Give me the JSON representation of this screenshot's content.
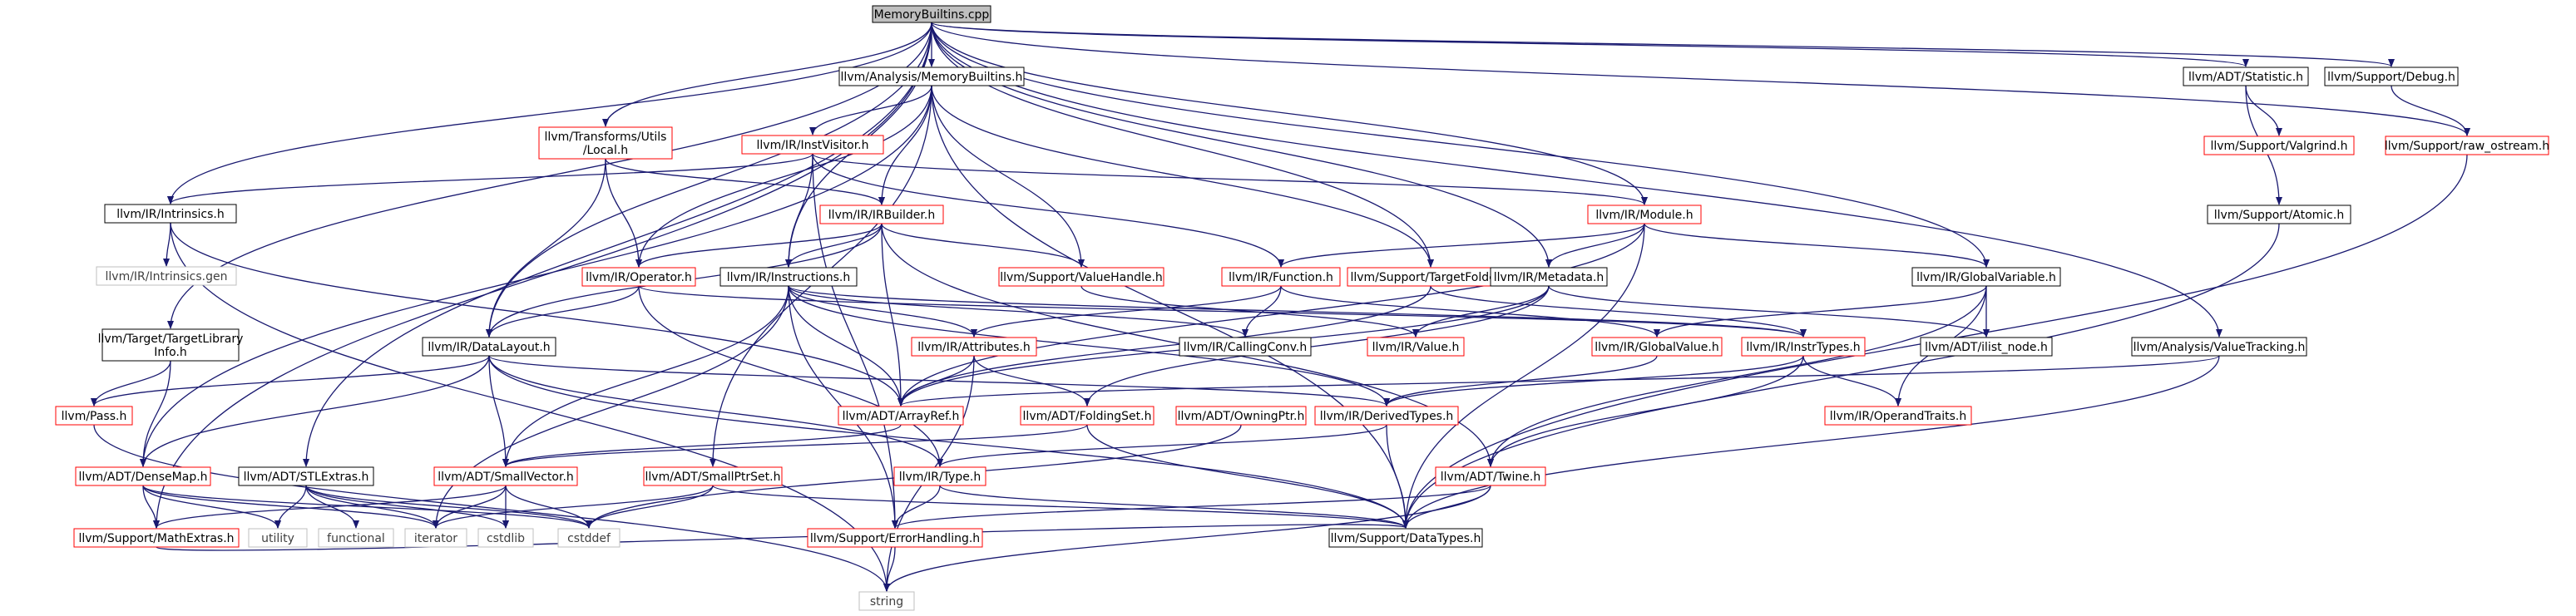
{
  "graph": {
    "colors": {
      "root_fill": "#bfbfbf",
      "doc_border": "#000000",
      "incomplete_border": "#ff0000",
      "external_border": "#bfbfbf",
      "external_text": "#404040",
      "edge": "#191970"
    },
    "nodes": [
      {
        "id": "root",
        "label": "MemoryBuiltins.cpp",
        "kind": "root"
      },
      {
        "id": "analysis_mb",
        "label": "llvm/Analysis/MemoryBuiltins.h",
        "kind": "doc"
      },
      {
        "id": "adt_statistic",
        "label": "llvm/ADT/Statistic.h",
        "kind": "doc"
      },
      {
        "id": "support_debug",
        "label": "llvm/Support/Debug.h",
        "kind": "doc"
      },
      {
        "id": "transforms_local",
        "label": "llvm/Transforms/Utils\n/Local.h",
        "kind": "incomplete"
      },
      {
        "id": "instvisitor",
        "label": "llvm/IR/InstVisitor.h",
        "kind": "incomplete"
      },
      {
        "id": "support_valgrind",
        "label": "llvm/Support/Valgrind.h",
        "kind": "incomplete"
      },
      {
        "id": "raw_ostream",
        "label": "llvm/Support/raw_ostream.h",
        "kind": "incomplete"
      },
      {
        "id": "ir_intrinsics",
        "label": "llvm/IR/Intrinsics.h",
        "kind": "doc"
      },
      {
        "id": "ir_irbuilder",
        "label": "llvm/IR/IRBuilder.h",
        "kind": "incomplete"
      },
      {
        "id": "ir_module",
        "label": "llvm/IR/Module.h",
        "kind": "incomplete"
      },
      {
        "id": "support_atomic",
        "label": "llvm/Support/Atomic.h",
        "kind": "doc"
      },
      {
        "id": "intrinsics_gen",
        "label": "llvm/IR/Intrinsics.gen",
        "kind": "external"
      },
      {
        "id": "ir_operator",
        "label": "llvm/IR/Operator.h",
        "kind": "incomplete"
      },
      {
        "id": "ir_instructions",
        "label": "llvm/IR/Instructions.h",
        "kind": "doc"
      },
      {
        "id": "support_valuehandle",
        "label": "llvm/Support/ValueHandle.h",
        "kind": "incomplete"
      },
      {
        "id": "ir_function",
        "label": "llvm/IR/Function.h",
        "kind": "incomplete"
      },
      {
        "id": "support_targetfolder",
        "label": "llvm/Support/TargetFolder.h",
        "kind": "incomplete"
      },
      {
        "id": "ir_metadata",
        "label": "llvm/IR/Metadata.h",
        "kind": "doc"
      },
      {
        "id": "ir_globalvariable",
        "label": "llvm/IR/GlobalVariable.h",
        "kind": "doc"
      },
      {
        "id": "target_tli",
        "label": "llvm/Target/TargetLibrary\nInfo.h",
        "kind": "doc"
      },
      {
        "id": "ir_datalayout",
        "label": "llvm/IR/DataLayout.h",
        "kind": "doc"
      },
      {
        "id": "ir_attributes",
        "label": "llvm/IR/Attributes.h",
        "kind": "incomplete"
      },
      {
        "id": "ir_callingconv",
        "label": "llvm/IR/CallingConv.h",
        "kind": "doc"
      },
      {
        "id": "ir_value",
        "label": "llvm/IR/Value.h",
        "kind": "incomplete"
      },
      {
        "id": "ir_globalvalue",
        "label": "llvm/IR/GlobalValue.h",
        "kind": "incomplete"
      },
      {
        "id": "ir_instrtypes",
        "label": "llvm/IR/InstrTypes.h",
        "kind": "incomplete"
      },
      {
        "id": "adt_ilist_node",
        "label": "llvm/ADT/ilist_node.h",
        "kind": "doc"
      },
      {
        "id": "analysis_valuetracking",
        "label": "llvm/Analysis/ValueTracking.h",
        "kind": "doc"
      },
      {
        "id": "pass",
        "label": "llvm/Pass.h",
        "kind": "incomplete"
      },
      {
        "id": "adt_arrayref",
        "label": "llvm/ADT/ArrayRef.h",
        "kind": "incomplete"
      },
      {
        "id": "adt_foldingset",
        "label": "llvm/ADT/FoldingSet.h",
        "kind": "incomplete"
      },
      {
        "id": "adt_owningptr",
        "label": "llvm/ADT/OwningPtr.h",
        "kind": "incomplete"
      },
      {
        "id": "ir_derivedtypes",
        "label": "llvm/IR/DerivedTypes.h",
        "kind": "incomplete"
      },
      {
        "id": "ir_operandtraits",
        "label": "llvm/IR/OperandTraits.h",
        "kind": "incomplete"
      },
      {
        "id": "adt_densemap",
        "label": "llvm/ADT/DenseMap.h",
        "kind": "incomplete"
      },
      {
        "id": "adt_stlextras",
        "label": "llvm/ADT/STLExtras.h",
        "kind": "doc"
      },
      {
        "id": "adt_smallvector",
        "label": "llvm/ADT/SmallVector.h",
        "kind": "incomplete"
      },
      {
        "id": "adt_smallptrset",
        "label": "llvm/ADT/SmallPtrSet.h",
        "kind": "incomplete"
      },
      {
        "id": "ir_type",
        "label": "llvm/IR/Type.h",
        "kind": "incomplete"
      },
      {
        "id": "adt_twine",
        "label": "llvm/ADT/Twine.h",
        "kind": "incomplete"
      },
      {
        "id": "support_mathextras",
        "label": "llvm/Support/MathExtras.h",
        "kind": "incomplete"
      },
      {
        "id": "utility",
        "label": "utility",
        "kind": "external"
      },
      {
        "id": "functional",
        "label": "functional",
        "kind": "external"
      },
      {
        "id": "iterator",
        "label": "iterator",
        "kind": "external"
      },
      {
        "id": "cstdlib",
        "label": "cstdlib",
        "kind": "external"
      },
      {
        "id": "cstddef",
        "label": "cstddef",
        "kind": "external"
      },
      {
        "id": "support_errorhandling",
        "label": "llvm/Support/ErrorHandling.h",
        "kind": "incomplete"
      },
      {
        "id": "support_datatypes",
        "label": "llvm/Support/DataTypes.h",
        "kind": "doc"
      },
      {
        "id": "string",
        "label": "string",
        "kind": "external"
      }
    ],
    "edges": [
      [
        "root",
        "analysis_mb"
      ],
      [
        "root",
        "adt_statistic"
      ],
      [
        "root",
        "support_debug"
      ],
      [
        "root",
        "raw_ostream"
      ],
      [
        "root",
        "transforms_local"
      ],
      [
        "root",
        "ir_intrinsics"
      ],
      [
        "root",
        "target_tli"
      ],
      [
        "root",
        "adt_stlextras"
      ],
      [
        "root",
        "support_mathextras"
      ],
      [
        "root",
        "ir_datalayout"
      ],
      [
        "root",
        "ir_instructions"
      ],
      [
        "root",
        "support_targetfolder"
      ],
      [
        "root",
        "ir_metadata"
      ],
      [
        "root",
        "ir_module"
      ],
      [
        "root",
        "ir_globalvariable"
      ],
      [
        "root",
        "analysis_valuetracking"
      ],
      [
        "analysis_mb",
        "instvisitor"
      ],
      [
        "analysis_mb",
        "ir_irbuilder"
      ],
      [
        "analysis_mb",
        "ir_operator"
      ],
      [
        "analysis_mb",
        "support_valuehandle"
      ],
      [
        "analysis_mb",
        "support_targetfolder"
      ],
      [
        "analysis_mb",
        "adt_densemap"
      ],
      [
        "analysis_mb",
        "adt_smallptrset"
      ],
      [
        "analysis_mb",
        "support_datatypes"
      ],
      [
        "adt_statistic",
        "support_valgrind"
      ],
      [
        "adt_statistic",
        "support_atomic"
      ],
      [
        "support_debug",
        "raw_ostream"
      ],
      [
        "raw_ostream",
        "support_datatypes"
      ],
      [
        "support_atomic",
        "support_datatypes"
      ],
      [
        "transforms_local",
        "ir_irbuilder"
      ],
      [
        "transforms_local",
        "ir_operator"
      ],
      [
        "transforms_local",
        "ir_datalayout"
      ],
      [
        "instvisitor",
        "ir_intrinsics"
      ],
      [
        "instvisitor",
        "ir_module"
      ],
      [
        "instvisitor",
        "ir_function"
      ],
      [
        "instvisitor",
        "ir_instructions"
      ],
      [
        "instvisitor",
        "support_errorhandling"
      ],
      [
        "ir_intrinsics",
        "intrinsics_gen"
      ],
      [
        "ir_intrinsics",
        "adt_arrayref"
      ],
      [
        "ir_intrinsics",
        "string"
      ],
      [
        "ir_irbuilder",
        "ir_instructions"
      ],
      [
        "ir_irbuilder",
        "ir_operator"
      ],
      [
        "ir_irbuilder",
        "ir_datalayout"
      ],
      [
        "ir_irbuilder",
        "support_valuehandle"
      ],
      [
        "ir_irbuilder",
        "adt_arrayref"
      ],
      [
        "ir_irbuilder",
        "adt_twine"
      ],
      [
        "ir_module",
        "ir_function"
      ],
      [
        "ir_module",
        "ir_metadata"
      ],
      [
        "ir_module",
        "ir_globalvariable"
      ],
      [
        "ir_module",
        "adt_arrayref"
      ],
      [
        "ir_module",
        "support_datatypes"
      ],
      [
        "ir_operator",
        "ir_datalayout"
      ],
      [
        "ir_operator",
        "ir_instrtypes"
      ],
      [
        "ir_operator",
        "ir_type"
      ],
      [
        "ir_instructions",
        "ir_attributes"
      ],
      [
        "ir_instructions",
        "ir_callingconv"
      ],
      [
        "ir_instructions",
        "ir_instrtypes"
      ],
      [
        "ir_instructions",
        "adt_arrayref"
      ],
      [
        "ir_instructions",
        "adt_smallvector"
      ],
      [
        "ir_instructions",
        "support_errorhandling"
      ],
      [
        "ir_instructions",
        "ir_derivedtypes"
      ],
      [
        "ir_instructions",
        "iterator"
      ],
      [
        "support_valuehandle",
        "ir_value"
      ],
      [
        "ir_function",
        "ir_attributes"
      ],
      [
        "ir_function",
        "ir_callingconv"
      ],
      [
        "ir_function",
        "ir_globalvalue"
      ],
      [
        "support_targetfolder",
        "ir_instrtypes"
      ],
      [
        "support_targetfolder",
        "adt_arrayref"
      ],
      [
        "ir_metadata",
        "ir_value"
      ],
      [
        "ir_metadata",
        "adt_ilist_node"
      ],
      [
        "ir_metadata",
        "adt_arrayref"
      ],
      [
        "ir_metadata",
        "adt_foldingset"
      ],
      [
        "ir_globalvariable",
        "ir_globalvalue"
      ],
      [
        "ir_globalvariable",
        "adt_ilist_node"
      ],
      [
        "ir_globalvariable",
        "ir_operandtraits"
      ],
      [
        "ir_globalvariable",
        "adt_twine"
      ],
      [
        "target_tli",
        "pass"
      ],
      [
        "target_tli",
        "adt_densemap"
      ],
      [
        "ir_datalayout",
        "pass"
      ],
      [
        "ir_datalayout",
        "adt_densemap"
      ],
      [
        "ir_datalayout",
        "adt_smallvector"
      ],
      [
        "ir_datalayout",
        "ir_derivedtypes"
      ],
      [
        "ir_datalayout",
        "ir_type"
      ],
      [
        "ir_datalayout",
        "support_datatypes"
      ],
      [
        "ir_attributes",
        "adt_arrayref"
      ],
      [
        "ir_attributes",
        "adt_foldingset"
      ],
      [
        "ir_attributes",
        "string"
      ],
      [
        "ir_globalvalue",
        "ir_derivedtypes"
      ],
      [
        "ir_instrtypes",
        "ir_derivedtypes"
      ],
      [
        "ir_instrtypes",
        "ir_operandtraits"
      ],
      [
        "ir_instrtypes",
        "adt_twine"
      ],
      [
        "analysis_valuetracking",
        "adt_arrayref"
      ],
      [
        "analysis_valuetracking",
        "support_datatypes"
      ],
      [
        "pass",
        "string"
      ],
      [
        "adt_arrayref",
        "adt_smallvector"
      ],
      [
        "adt_foldingset",
        "adt_smallvector"
      ],
      [
        "adt_foldingset",
        "support_datatypes"
      ],
      [
        "adt_owningptr",
        "cstddef"
      ],
      [
        "ir_derivedtypes",
        "ir_type"
      ],
      [
        "ir_derivedtypes",
        "support_datatypes"
      ],
      [
        "adt_densemap",
        "support_mathextras"
      ],
      [
        "adt_densemap",
        "utility"
      ],
      [
        "adt_densemap",
        "iterator"
      ],
      [
        "adt_densemap",
        "cstddef"
      ],
      [
        "adt_stlextras",
        "utility"
      ],
      [
        "adt_stlextras",
        "functional"
      ],
      [
        "adt_stlextras",
        "iterator"
      ],
      [
        "adt_stlextras",
        "cstdlib"
      ],
      [
        "adt_stlextras",
        "cstddef"
      ],
      [
        "adt_smallvector",
        "support_mathextras"
      ],
      [
        "adt_smallvector",
        "iterator"
      ],
      [
        "adt_smallvector",
        "cstdlib"
      ],
      [
        "adt_smallvector",
        "cstddef"
      ],
      [
        "adt_smallptrset",
        "iterator"
      ],
      [
        "adt_smallptrset",
        "cstddef"
      ],
      [
        "adt_smallptrset",
        "support_datatypes"
      ],
      [
        "ir_type",
        "support_errorhandling"
      ],
      [
        "ir_type",
        "support_datatypes"
      ],
      [
        "adt_twine",
        "support_errorhandling"
      ],
      [
        "adt_twine",
        "support_datatypes"
      ],
      [
        "adt_twine",
        "string"
      ],
      [
        "support_mathextras",
        "support_datatypes"
      ],
      [
        "support_errorhandling",
        "string"
      ]
    ]
  }
}
